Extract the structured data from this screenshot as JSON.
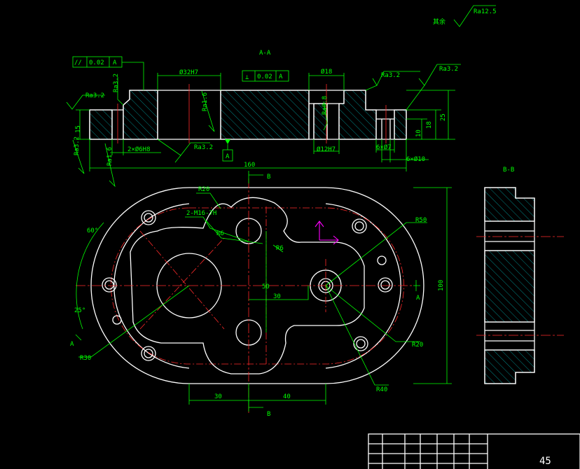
{
  "colors": {
    "background": "#000000",
    "outline": "#ffffff",
    "dimension": "#00ff00",
    "centerline": "#ff2a2a",
    "hatch": "#00aaaa",
    "ucs": "#ff00ff"
  },
  "roughness": {
    "rest_symbol": "其余",
    "rest_value": "Ra12.5",
    "values": [
      "Ra3.2",
      "Ra3.2",
      "Ra3.2",
      "Ra3.2",
      "Ra3.2",
      "Ra1.6",
      "Ra0.8",
      "Ra3.2",
      "Ra1.6"
    ]
  },
  "section_aa": {
    "title": "A-A",
    "parallelism": {
      "symbol": "//",
      "value": "0.02",
      "datum": "A"
    },
    "perpendicularity": {
      "symbol": "⊥",
      "value": "0.02",
      "datum": "A"
    },
    "datum_label": "A",
    "dims": {
      "bore": "Ø32H7",
      "small_hole": "Ø18",
      "small_bore": "Ø12H7",
      "pins": "2×Ø6H8",
      "counterbore": "6×Ø10",
      "depth": "6×Ø7",
      "length": "160",
      "height_15": "15",
      "height_25": "25",
      "height_18": "18",
      "height_10": "10"
    }
  },
  "section_bb": {
    "title": "B-B"
  },
  "plan_view": {
    "cut_label_b": "B",
    "cut_label_a": "A",
    "dims": {
      "r20_top": "R20",
      "tapped": "2-M16-7H",
      "r6_a": "R6",
      "r6_b": "R6",
      "r50": "R50",
      "d50": "50",
      "d30": "30",
      "d100": "100",
      "angle60": "60°",
      "angle25": "25°",
      "r30": "R30",
      "r20_right": "R20",
      "r40": "R40",
      "bottom30": "30",
      "bottom40": "40"
    }
  },
  "title_block": {
    "sheet_number": "45"
  }
}
